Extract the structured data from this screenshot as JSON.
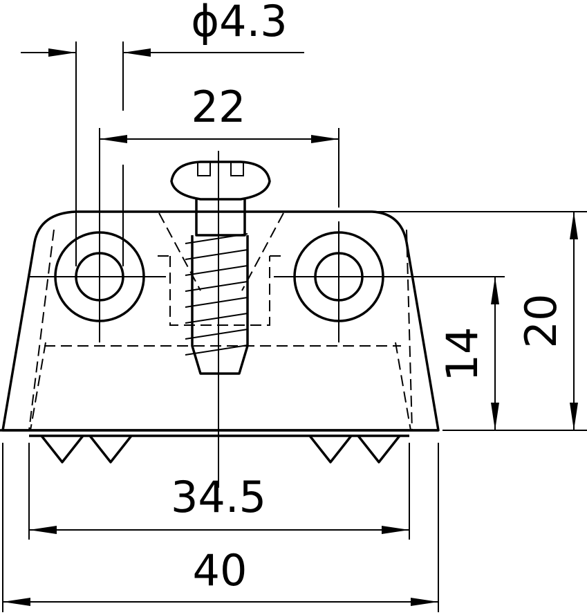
{
  "dimensions": {
    "hole_diameter": "ϕ4.3",
    "hole_spacing": "22",
    "inner_base_width": "34.5",
    "overall_width": "40",
    "hole_center_height": "14",
    "overall_height": "20"
  }
}
